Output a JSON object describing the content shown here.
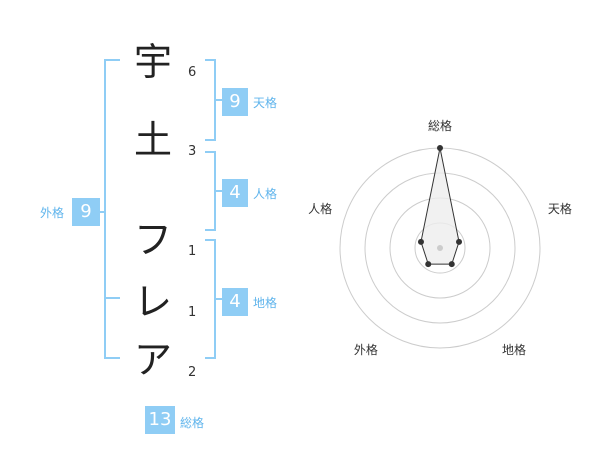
{
  "name": {
    "characters": [
      {
        "char": "宇",
        "strokes": "6"
      },
      {
        "char": "土",
        "strokes": "3"
      },
      {
        "char": "フ",
        "strokes": "1"
      },
      {
        "char": "レ",
        "strokes": "1"
      },
      {
        "char": "ア",
        "strokes": "2"
      }
    ]
  },
  "fortune": {
    "tenkaku": {
      "label": "天格",
      "value": "9"
    },
    "jinkaku": {
      "label": "人格",
      "value": "4"
    },
    "chikaku": {
      "label": "地格",
      "value": "4"
    },
    "gaikaku": {
      "label": "外格",
      "value": "9"
    },
    "soukaku": {
      "label": "総格",
      "value": "13"
    }
  },
  "colors": {
    "accent": "#8fcdf5",
    "accent_text": "#5fb4ec",
    "bracket": "#8fcdf5",
    "ring": "#cccccc",
    "polygon_fill": "#eeeeee",
    "polygon_stroke": "#333333"
  },
  "chart_data": {
    "type": "radar",
    "axes": [
      "総格",
      "天格",
      "地格",
      "外格",
      "人格"
    ],
    "values": [
      5,
      1,
      1,
      1,
      1
    ],
    "range": [
      0,
      5
    ],
    "rings": 4
  }
}
